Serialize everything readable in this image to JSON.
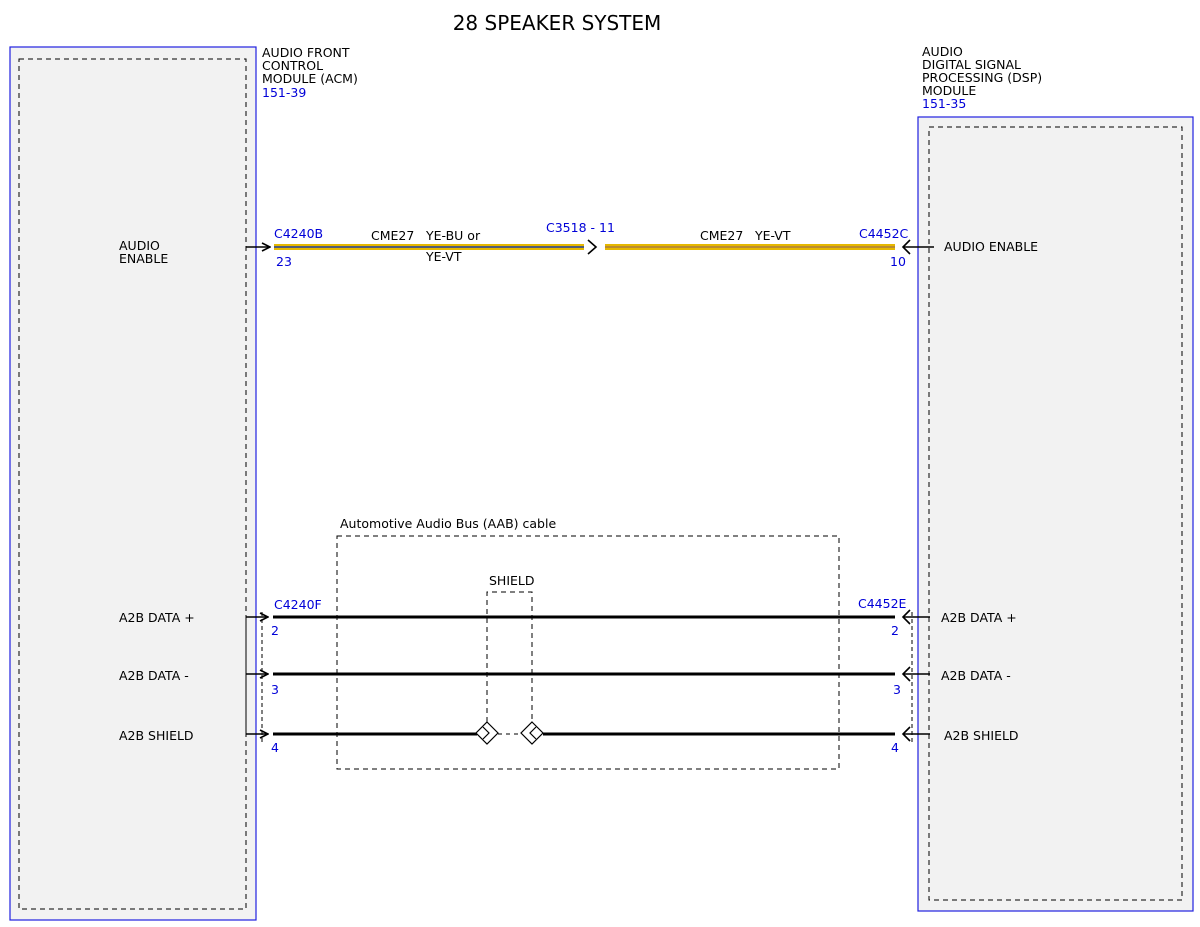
{
  "title": "28 SPEAKER SYSTEM",
  "colors": {
    "module_border": "#2020e0",
    "module_fill": "#f2f2f2",
    "connector_text": "#0000d8",
    "wire_yellow": "#e6b800",
    "wire_blue": "#1f3f9f",
    "wire_violet": "#6a3a8a"
  },
  "modules": {
    "acm": {
      "name_lines": [
        "AUDIO FRONT",
        "CONTROL",
        "MODULE (ACM)"
      ],
      "ref": "151-39",
      "pins": {
        "audio_enable_lines": [
          "AUDIO",
          "ENABLE"
        ],
        "a2b_plus": "A2B DATA +",
        "a2b_minus": "A2B DATA -",
        "a2b_shield": "A2B SHIELD"
      }
    },
    "dsp": {
      "name_lines": [
        "AUDIO",
        "DIGITAL SIGNAL",
        "PROCESSING (DSP)",
        "MODULE"
      ],
      "ref": "151-35",
      "pins": {
        "audio_enable": "AUDIO ENABLE",
        "a2b_plus": "A2B DATA +",
        "a2b_minus": "A2B DATA -",
        "a2b_shield": "A2B SHIELD"
      }
    }
  },
  "audio_enable_circuit": {
    "left_connector": "C4240B",
    "left_pin": "23",
    "left_circuit": "CME27",
    "left_color_line1": "YE-BU or",
    "left_color_line2": "YE-VT",
    "inline_connector": "C3518 -  11",
    "right_circuit": "CME27",
    "right_color": "YE-VT",
    "right_connector": "C4452C",
    "right_pin": "10"
  },
  "a2b_bus": {
    "cable_label": "Automotive Audio Bus (AAB) cable",
    "shield_label": "SHIELD",
    "left_connector": "C4240F",
    "right_connector": "C4452E",
    "left_pins": [
      "2",
      "3",
      "4"
    ],
    "right_pins": [
      "2",
      "3",
      "4"
    ]
  }
}
